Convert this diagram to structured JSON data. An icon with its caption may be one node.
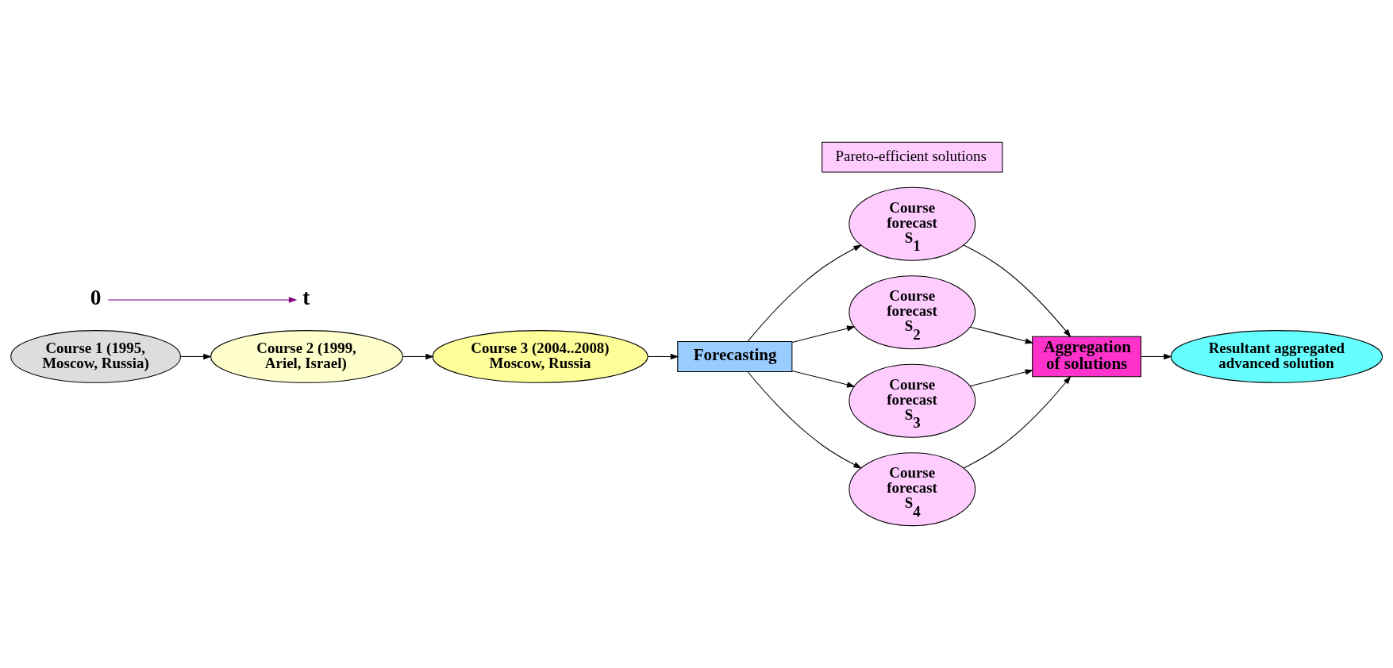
{
  "diagram": {
    "nodes": [
      {
        "text": [
          "Course 1 (1995, Moscow, Russia)"
        ]
      },
      {
        "text": [
          "Course 2 (1999, Ariel, Israel)"
        ]
      },
      {
        "text": [
          "Course 3 (2004..2008) Moscow, Russia"
        ]
      },
      {
        "text": [
          "Forecasting"
        ]
      },
      {
        "text": [
          "Pareto-efficient solutions"
        ]
      },
      {
        "text": [
          "Course forecast  S$_{1}$"
        ]
      },
      {
        "text": [
          "Course forecast  S$_{2}$"
        ]
      },
      {
        "text": [
          "Course forecast  S$_{3}$"
        ]
      },
      {
        "text": [
          "Course forecast  S$_{4}$"
        ]
      },
      {
        "text": [
          "Aggregation of solutions"
        ]
      },
      {
        "text": [
          "Resultant aggregated advanced solution"
        ]
      },
      {
        "text": [
          "0"
        ]
      },
      {
        "text": [
          "t"
        ]
      }
    ],
    "edges": [
      {
        "from": 0,
        "to": 1,
        "arrow": "to"
      },
      {
        "from": 1,
        "to": 2,
        "arrow": "to"
      },
      {
        "from": 2,
        "to": 3,
        "arrow": "to"
      },
      {
        "from": 3,
        "to": 5,
        "arrow": "to"
      },
      {
        "from": 3,
        "to": 6,
        "arrow": "to"
      },
      {
        "from": 3,
        "to": 7,
        "arrow": "to"
      },
      {
        "from": 3,
        "to": 8,
        "arrow": "to"
      },
      {
        "from": 5,
        "to": 9,
        "arrow": "to"
      },
      {
        "from": 6,
        "to": 9,
        "arrow": "to"
      },
      {
        "from": 7,
        "to": 9,
        "arrow": "to"
      },
      {
        "from": 8,
        "to": 9,
        "arrow": "to"
      },
      {
        "from": 9,
        "to": 10,
        "arrow": "to"
      },
      {
        "from": 11,
        "to": 12,
        "arrow": "to",
        "color": "#800080"
      }
    ]
  }
}
